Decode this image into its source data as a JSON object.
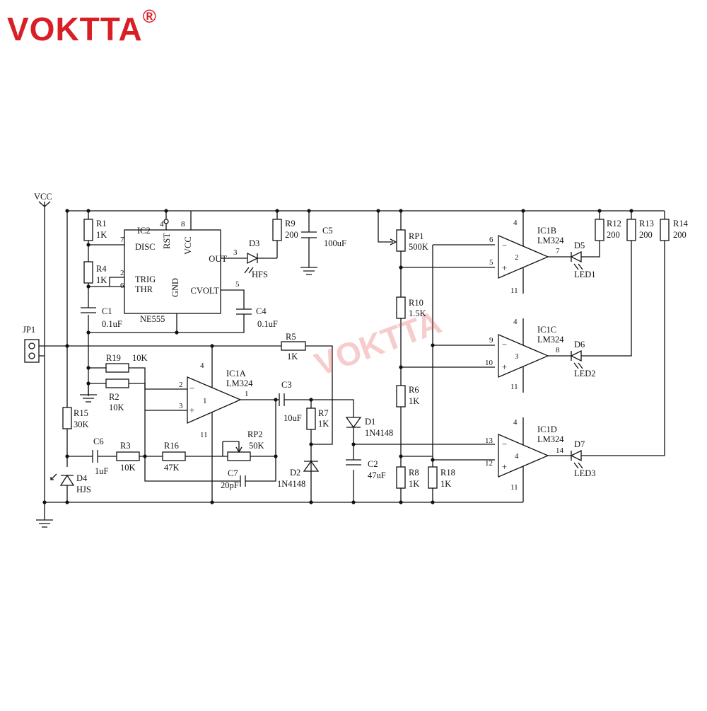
{
  "brand": {
    "name": "VOKTTA",
    "mark": "®",
    "color": "#d91f26"
  },
  "watermark": "VOKTTA",
  "labels": {
    "vcc": "VCC",
    "jp1": "JP1",
    "ic2_ref": "IC2",
    "ic2_part": "NE555",
    "pin_disc": "DISC",
    "pin_trig": "TRIG",
    "pin_thr": "THR",
    "pin_rst": "RST",
    "pin_vcc": "VCC",
    "pin_gnd": "GND",
    "pin_out": "OUT",
    "pin_cvolt": "CVOLT",
    "r1": "R1",
    "r1_val": "1K",
    "r4": "R4",
    "r4_val": "1K",
    "c1": "C1",
    "c1_val": "0.1uF",
    "c4": "C4",
    "c4_val": "0.1uF",
    "d3": "D3",
    "d3_val": "HFS",
    "r9": "R9",
    "r9_val": "200",
    "c5": "C5",
    "c5_val": "100uF",
    "r5": "R5",
    "r5_val": "1K",
    "r19": "R19",
    "r19_val": "10K",
    "r2": "R2",
    "r2_val": "10K",
    "ic1a": "IC1A",
    "ic1a_part": "LM324",
    "c3": "C3",
    "c3_val": "10uF",
    "r7": "R7",
    "r7_val": "1K",
    "rp2": "RP2",
    "rp2_val": "50K",
    "c7": "C7",
    "c7_val": "20pF",
    "d2": "D2",
    "d2_val": "1N4148",
    "d1": "D1",
    "d1_val": "1N4148",
    "c2": "C2",
    "c2_val": "47uF",
    "r15": "R15",
    "r15_val": "30K",
    "c6": "C6",
    "c6_val": "1uF",
    "r3": "R3",
    "r3_val": "10K",
    "r16": "R16",
    "r16_val": "47K",
    "d4": "D4",
    "d4_val": "HJS",
    "rp1": "RP1",
    "rp1_val": "500K",
    "r10": "R10",
    "r10_val": "1.5K",
    "r6": "R6",
    "r6_val": "1K",
    "r8": "R8",
    "r8_val": "1K",
    "r18": "R18",
    "r18_val": "1K",
    "ic1b": "IC1B",
    "ic1b_part": "LM324",
    "ic1c": "IC1C",
    "ic1c_part": "LM324",
    "ic1d": "IC1D",
    "ic1d_part": "LM324",
    "d5": "D5",
    "d5_val": "LED1",
    "d6": "D6",
    "d6_val": "LED2",
    "d7": "D7",
    "d7_val": "LED3",
    "r12": "R12",
    "r12_val": "200",
    "r13": "R13",
    "r13_val": "200",
    "r14": "R14",
    "r14_val": "200",
    "p1": "1",
    "p2": "2",
    "p3": "3",
    "p4": "4",
    "p5": "5",
    "p6": "6",
    "p7": "7",
    "p8": "8",
    "p9": "9",
    "p10": "10",
    "p11": "11",
    "p12": "12",
    "p13": "13",
    "p14": "14",
    "minus": "−",
    "plus": "+"
  }
}
